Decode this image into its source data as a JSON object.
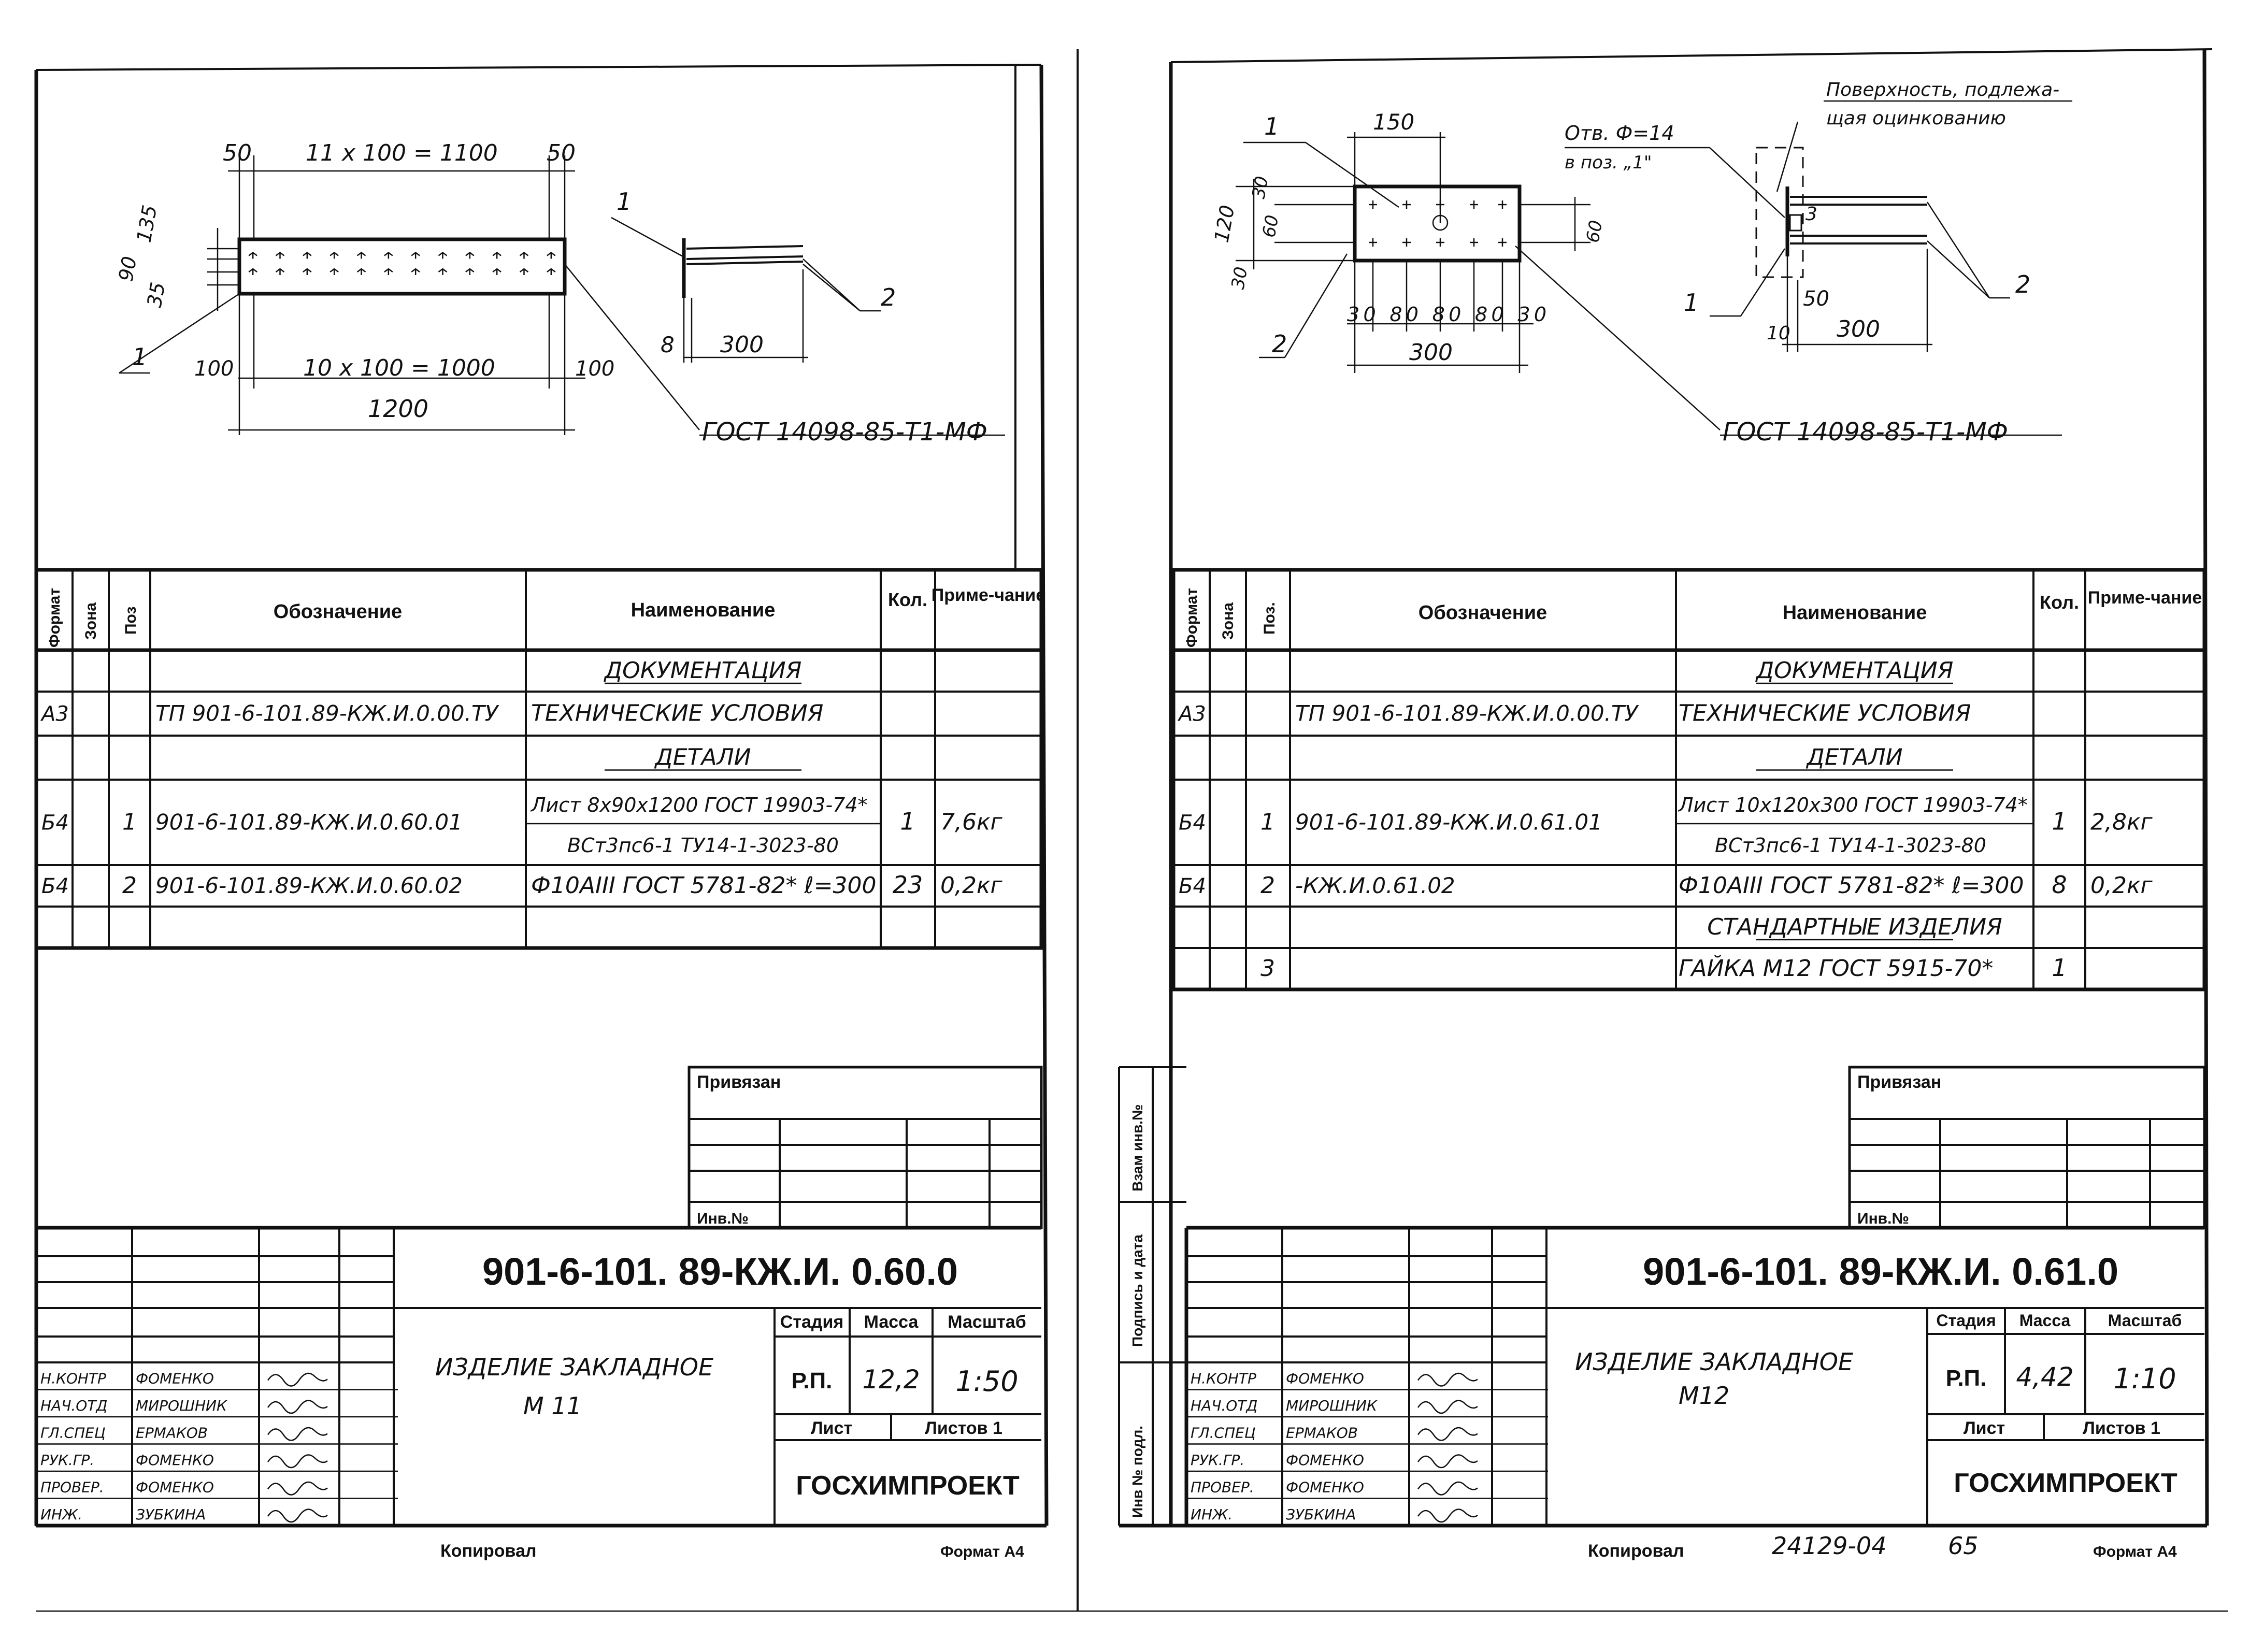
{
  "sheets": [
    {
      "drawing": {
        "dim_top": "11 x 100 = 1100",
        "dim_left_50": "50",
        "dim_right_50": "50",
        "dim_v_135": "135",
        "dim_v_90": "90",
        "dim_v_35": "35",
        "dim_bottom": "10 x 100 = 1000",
        "dim_100_left": "100",
        "dim_100_right": "100",
        "dim_total": "1200",
        "leader_1": "1",
        "side_1": "1",
        "side_2": "2",
        "side_8": "8",
        "side_300": "300",
        "gost": "ГОСТ 14098-85-Т1-МФ"
      },
      "table": {
        "headers": [
          "Формат",
          "Зона",
          "Поз",
          "Обозначение",
          "Наименование",
          "Кол.",
          "Приме-чание"
        ],
        "rows": [
          {
            "fmt": "",
            "zone": "",
            "pos": "",
            "code": "",
            "name": "ДОКУМЕНТАЦИЯ",
            "name2": "",
            "qty": "",
            "note": "",
            "underline": true
          },
          {
            "fmt": "А3",
            "zone": "",
            "pos": "",
            "code": "ТП 901-6-101.89-КЖ.И.0.00.ТУ",
            "name": "ТЕХНИЧЕСКИЕ УСЛОВИЯ",
            "name2": "",
            "qty": "",
            "note": "",
            "underline": false
          },
          {
            "fmt": "",
            "zone": "",
            "pos": "",
            "code": "",
            "name": "ДЕТАЛИ",
            "name2": "",
            "qty": "",
            "note": "",
            "underline": true
          },
          {
            "fmt": "Б4",
            "zone": "",
            "pos": "1",
            "code": "901-6-101.89-КЖ.И.0.60.01",
            "name": "Лист 8х90х1200 ГОСТ 19903-74*",
            "name2": "ВСт3пс6-1 ТУ14-1-3023-80",
            "qty": "1",
            "note": "7,6кг",
            "underline": false
          },
          {
            "fmt": "Б4",
            "zone": "",
            "pos": "2",
            "code": "901-6-101.89-КЖ.И.0.60.02",
            "name": "Ф10АIII ГОСТ 5781-82* ℓ=300",
            "name2": "",
            "qty": "23",
            "note": "0,2кг",
            "underline": false
          },
          {
            "fmt": "",
            "zone": "",
            "pos": "",
            "code": "",
            "name": "",
            "name2": "",
            "qty": "",
            "note": "",
            "underline": false
          }
        ]
      },
      "privyazan": "Привязан",
      "inv_no": "Инв.№",
      "title_code": "901-6-101. 89-КЖ.И. 0.60.0",
      "item_name_1": "ИЗДЕЛИЕ ЗАКЛАДНОЕ",
      "item_name_2": "М 11",
      "stadia_label": "Стадия",
      "massa_label": "Масса",
      "masshtab_label": "Масштаб",
      "stadia": "Р.П.",
      "massa": "12,2",
      "masshtab": "1:50",
      "list_label": "Лист",
      "listov_label": "Листов 1",
      "org": "ГОСХИМПРОЕКТ",
      "signers": [
        {
          "role": "Н.КОНТР",
          "name": "ФОМЕНКО"
        },
        {
          "role": "НАЧ.ОТД",
          "name": "МИРОШНИК"
        },
        {
          "role": "ГЛ.СПЕЦ",
          "name": "ЕРМАКОВ"
        },
        {
          "role": "РУК.ГР.",
          "name": "ФОМЕНКО"
        },
        {
          "role": "ПРОВЕР.",
          "name": "ФОМЕНКО"
        },
        {
          "role": "ИНЖ.",
          "name": "ЗУБКИНА"
        }
      ],
      "kopiroval": "Копировал",
      "format": "Формат А4"
    },
    {
      "drawing": {
        "hole_label": "Отв. Ф=14",
        "hole_label2": "в поз. „1\"",
        "surface_1": "Поверхность, подлежа-",
        "surface_2": "щая оцинкованию",
        "dim_150": "150",
        "dim_120": "120",
        "dim_30a": "30",
        "dim_60": "60",
        "dim_30b": "30",
        "dim_60r": "60",
        "dim_bottom": "30 80 80 80 30",
        "dim_300": "300",
        "leader_1": "1",
        "leader_2": "2",
        "side_1": "1",
        "side_2": "2",
        "side_3": "3",
        "side_50": "50",
        "side_10": "10",
        "side_300": "300",
        "gost": "ГОСТ 14098-85-Т1-МФ"
      },
      "table": {
        "headers": [
          "Формат",
          "Зона",
          "Поз.",
          "Обозначение",
          "Наименование",
          "Кол.",
          "Приме-чание"
        ],
        "rows": [
          {
            "fmt": "",
            "zone": "",
            "pos": "",
            "code": "",
            "name": "ДОКУМЕНТАЦИЯ",
            "name2": "",
            "qty": "",
            "note": "",
            "underline": true
          },
          {
            "fmt": "А3",
            "zone": "",
            "pos": "",
            "code": "ТП 901-6-101.89-КЖ.И.0.00.ТУ",
            "name": "ТЕХНИЧЕСКИЕ УСЛОВИЯ",
            "name2": "",
            "qty": "",
            "note": "",
            "underline": false
          },
          {
            "fmt": "",
            "zone": "",
            "pos": "",
            "code": "",
            "name": "ДЕТАЛИ",
            "name2": "",
            "qty": "",
            "note": "",
            "underline": true
          },
          {
            "fmt": "Б4",
            "zone": "",
            "pos": "1",
            "code": "901-6-101.89-КЖ.И.0.61.01",
            "name": "Лист 10х120х300 ГОСТ 19903-74*",
            "name2": "ВСт3пс6-1 ТУ14-1-3023-80",
            "qty": "1",
            "note": "2,8кг",
            "underline": false
          },
          {
            "fmt": "Б4",
            "zone": "",
            "pos": "2",
            "code": "-КЖ.И.0.61.02",
            "name": "Ф10АIII ГОСТ 5781-82* ℓ=300",
            "name2": "",
            "qty": "8",
            "note": "0,2кг",
            "underline": false
          },
          {
            "fmt": "",
            "zone": "",
            "pos": "",
            "code": "",
            "name": "СТАНДАРТНЫЕ ИЗДЕЛИЯ",
            "name2": "",
            "qty": "",
            "note": "",
            "underline": true
          },
          {
            "fmt": "",
            "zone": "",
            "pos": "3",
            "code": "",
            "name": "ГАЙКА М12 ГОСТ 5915-70*",
            "name2": "",
            "qty": "1",
            "note": "",
            "underline": false
          }
        ]
      },
      "privyazan": "Привязан",
      "inv_no": "Инв.№",
      "side_labels": [
        "Взам инв.№",
        "Подпись и дата",
        "Инв № подл."
      ],
      "title_code": "901-6-101. 89-КЖ.И. 0.61.0",
      "item_name_1": "ИЗДЕЛИЕ ЗАКЛАДНОЕ",
      "item_name_2": "М12",
      "stadia_label": "Стадия",
      "massa_label": "Масса",
      "masshtab_label": "Масштаб",
      "stadia": "Р.П.",
      "massa": "4,42",
      "masshtab": "1:10",
      "list_label": "Лист",
      "listov_label": "Листов 1",
      "org": "ГОСХИМПРОЕКТ",
      "signers": [
        {
          "role": "Н.КОНТР",
          "name": "ФОМЕНКО"
        },
        {
          "role": "НАЧ.ОТД",
          "name": "МИРОШНИК"
        },
        {
          "role": "ГЛ.СПЕЦ",
          "name": "ЕРМАКОВ"
        },
        {
          "role": "РУК.ГР.",
          "name": "ФОМЕНКО"
        },
        {
          "role": "ПРОВЕР.",
          "name": "ФОМЕНКО"
        },
        {
          "role": "ИНЖ.",
          "name": "ЗУБКИНА"
        }
      ],
      "kopiroval": "Копировал",
      "archive_no": "24129-04",
      "page_no": "65",
      "format": "Формат А4"
    }
  ]
}
